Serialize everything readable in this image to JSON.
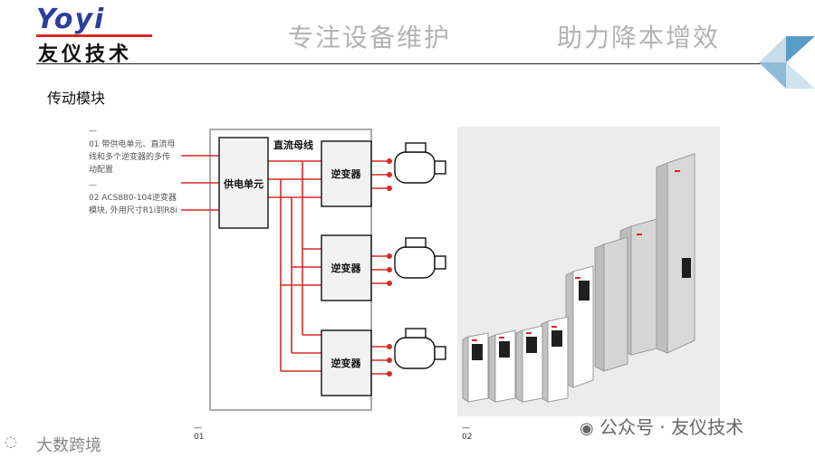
{
  "header": {
    "logo_en": "Yoyi",
    "logo_cn": "友仪技术",
    "slogan_left": "专注设备维护",
    "slogan_right": "助力降本增效"
  },
  "section_title": "传动模块",
  "notes": [
    {
      "num": "01",
      "text": "带供电单元、直流母线和多个逆变器的多传动配置"
    },
    {
      "num": "02",
      "text": "ACS880-104逆变器模块, 外用尺寸R1i到R8i"
    }
  ],
  "diagram": {
    "supply_unit": "供电单元",
    "dc_bus": "直流母线",
    "inverters": [
      "逆变器",
      "逆变器",
      "逆变器"
    ]
  },
  "footer": {
    "fig_left": "01",
    "fig_right": "02"
  },
  "watermark_left": "大数跨境",
  "watermark_right": "公众号 · 友仪技术",
  "colors": {
    "accent_red": "#d62a20",
    "logo_blue": "#2c3e9c"
  }
}
